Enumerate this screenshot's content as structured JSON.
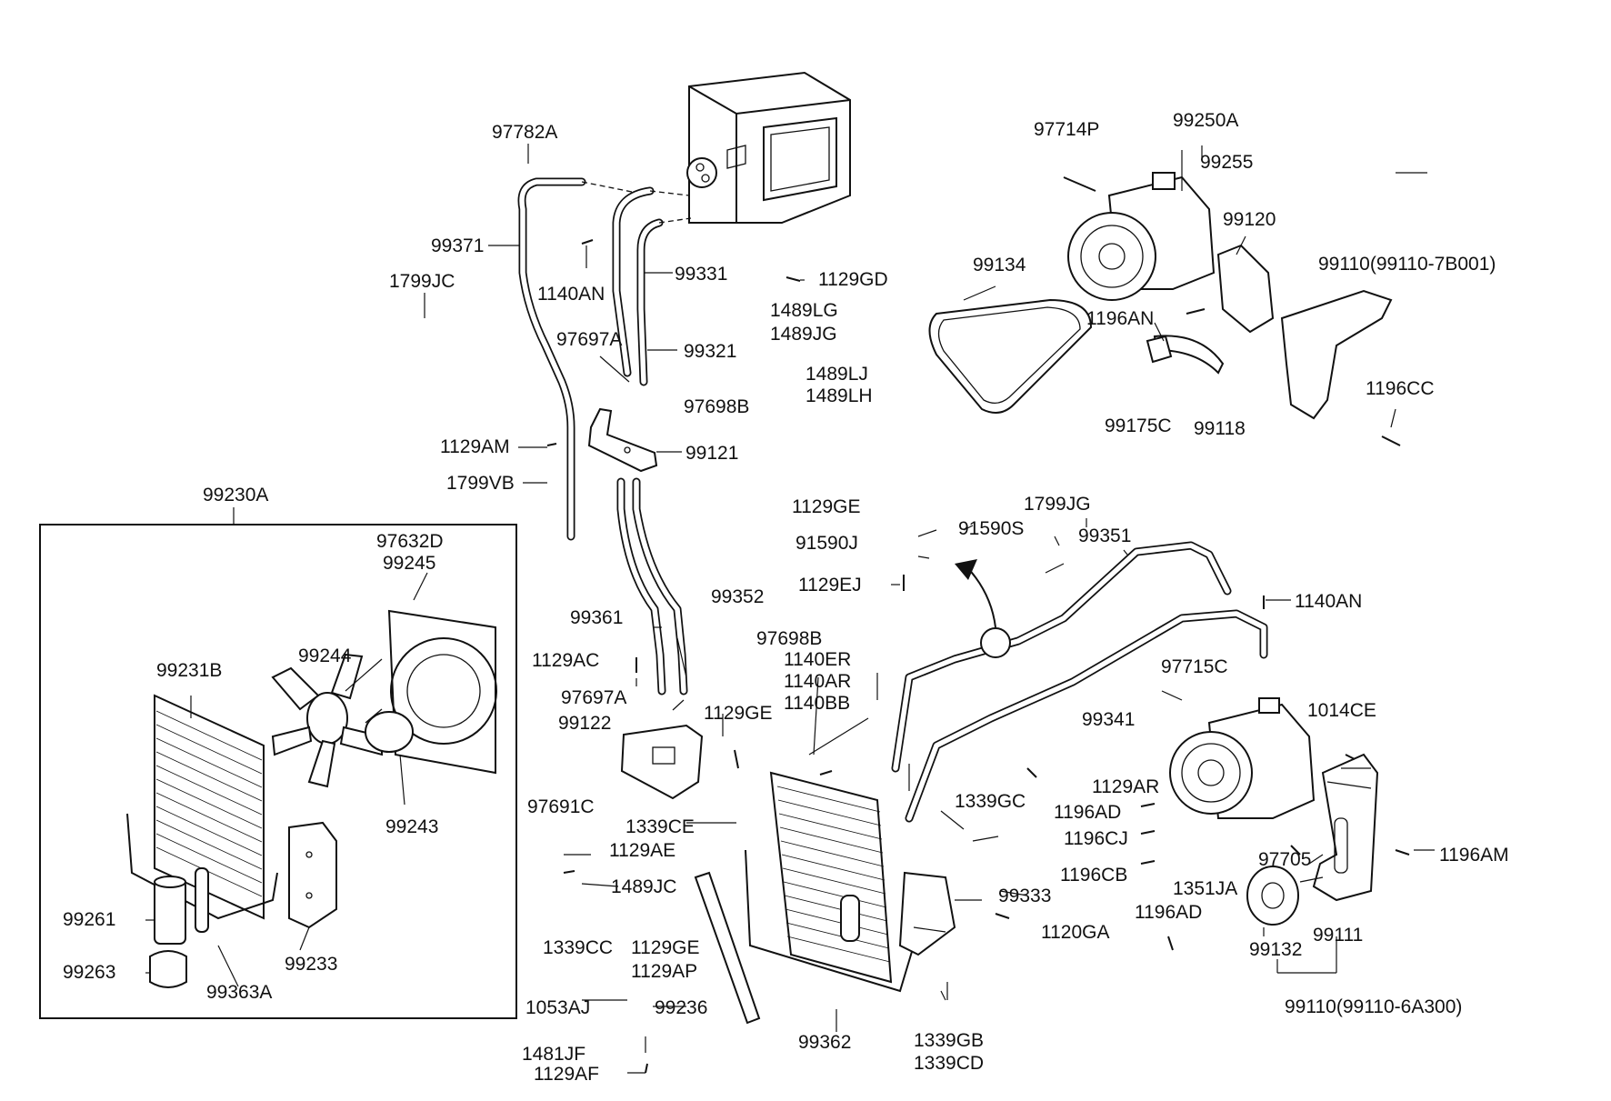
{
  "diagram": {
    "labels": [
      "97782A",
      "99371",
      "1799JC",
      "1140AN",
      "99331",
      "1129GD",
      "1489LG",
      "1489JG",
      "97697A",
      "99321",
      "97698B",
      "1489LJ",
      "1489LH",
      "1129AM",
      "99121",
      "1799VB",
      "99230A",
      "97632D",
      "99245",
      "99244",
      "99231B",
      "99243",
      "99261",
      "99263",
      "99363A",
      "99233",
      "99361",
      "99352",
      "1129AC",
      "97698B",
      "97697A",
      "99122",
      "1140ER",
      "1140AR",
      "1140BB",
      "1129GE",
      "97691C",
      "1339CE",
      "1129AE",
      "1489JC",
      "1339CC",
      "1129GE",
      "1129AP",
      "1053AJ",
      "99236",
      "1481JF",
      "1129AF",
      "99362",
      "1339GB",
      "1339CD",
      "1339GC",
      "99333",
      "1120GA",
      "1129GE",
      "91590S",
      "91590J",
      "1129EJ",
      "1799JG",
      "99351",
      "1140AN",
      "97715C",
      "99341",
      "1014CE",
      "1129AR",
      "1196AD",
      "1196CJ",
      "1196CB",
      "1196AD",
      "1351JA",
      "97705",
      "1196AM",
      "99132",
      "99111",
      "99110(99110-6A300)",
      "97714P",
      "99250A",
      "99255",
      "99120",
      "99134",
      "99110(99110-7B001)",
      "1196AN",
      "99175C",
      "99118",
      "1196CC"
    ]
  }
}
